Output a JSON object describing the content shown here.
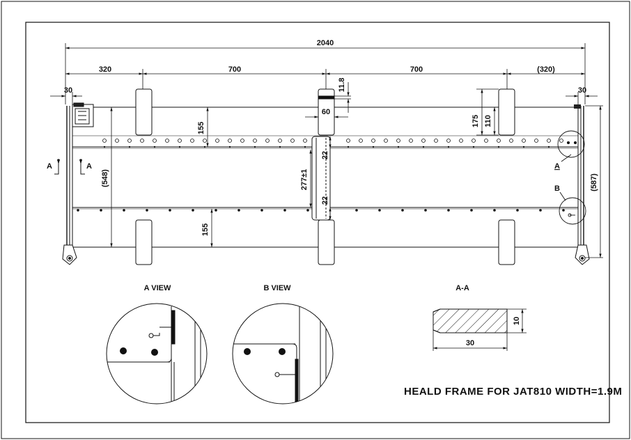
{
  "dimensions": {
    "overall_width": "2040",
    "left_offset": "320",
    "span_left": "700",
    "span_right": "700",
    "right_offset": "(320)",
    "edge_left": "30",
    "edge_right": "30",
    "support_spacing_top": "155",
    "support_spacing_bottom": "155",
    "center_width": "60",
    "center_thickness": "11.8",
    "right_height_outer": "175",
    "right_height_inner": "110",
    "gap_top": "22",
    "gap_bottom": "22",
    "center_height": "277±1",
    "inner_height": "(548)",
    "outer_height": "(587)"
  },
  "callouts": {
    "section_left": "A",
    "section_right": "A",
    "detail_a": "A",
    "detail_b": "B"
  },
  "views": {
    "a_view": "A VIEW",
    "b_view": "B VIEW",
    "section": "A-A",
    "section_height": "10",
    "section_width": "30"
  },
  "title": "HEALD FRAME FOR JAT810 WIDTH=1.9M"
}
